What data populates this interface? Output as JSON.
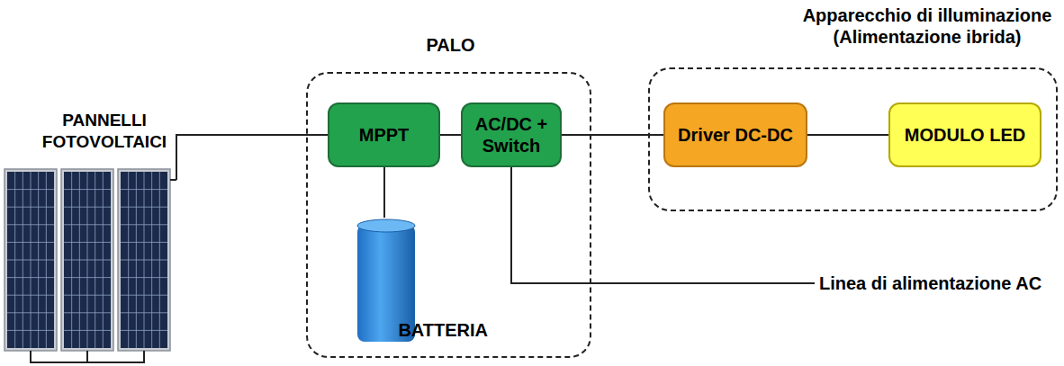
{
  "diagram": {
    "nodes": [
      {
        "text": [
          "PANNELLI FOTOVOLTAICI"
        ]
      },
      {
        "text": [
          "PALO"
        ]
      },
      {
        "text": [
          "MPPT"
        ],
        "in": 1
      },
      {
        "text": [
          "AC/DC + Switch"
        ],
        "in": 1
      },
      {
        "text": [
          "BATTERIA"
        ],
        "in": 1
      },
      {
        "text": [
          "Apparecchio di illuminazione (Alimentazione ibrida)"
        ]
      },
      {
        "text": [
          "Driver DC-DC"
        ],
        "in": 5
      },
      {
        "text": [
          "MODULO LED"
        ],
        "in": 5
      }
    ],
    "edges": [
      {
        "from": 0,
        "to": 2,
        "arrow": "none"
      },
      {
        "from": 2,
        "to": 3,
        "arrow": "none"
      },
      {
        "from": 2,
        "to": 4,
        "arrow": "none"
      },
      {
        "from": 3,
        "to": 6,
        "arrow": "none"
      },
      {
        "from": 6,
        "to": 7,
        "arrow": "none"
      }
    ],
    "labels": [
      "Linea di alimentazione AC"
    ]
  }
}
